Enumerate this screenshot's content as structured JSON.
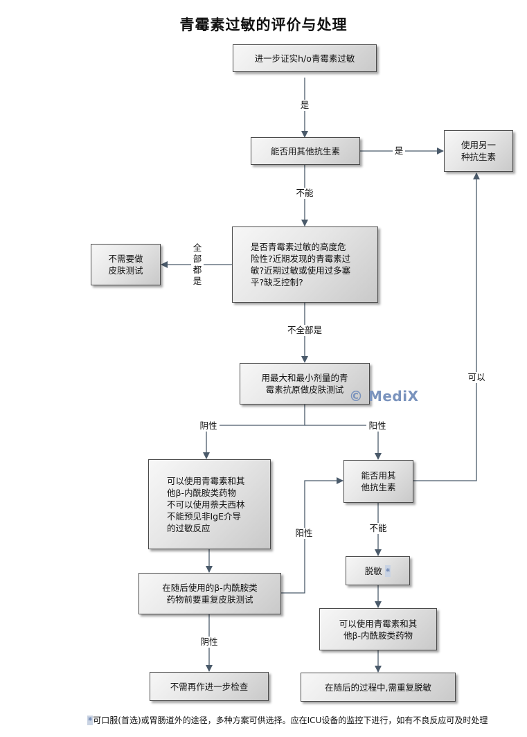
{
  "title": "青霉素过敏的评价与处理",
  "watermark": "© MediX",
  "nodes": {
    "confirm": "进一步证实h/o青霉素过敏",
    "other_abx_1": "能否用其他抗生素",
    "use_other": "使用另一\n种抗生素",
    "high_risk": "是否青霉素过敏的高度危\n险性?近期发现的青霉素过\n敏?近期过敏或使用过多塞\n平?缺乏控制?",
    "no_skin_test": "不需要做\n皮肤测试",
    "skin_test": "用最大和最小剂量的青\n霉素抗原做皮肤测试",
    "can_use": "可以使用青霉素和其\n他β-内酰胺类药物\n不可以使用萘夫西林\n不能预见非IgE介导\n的过敏反应",
    "repeat_test": "在随后使用的β-内酰胺类\n药物前要重复皮肤测试",
    "no_further": "不需再作进一步检查",
    "other_abx_2": "能否用其\n他抗生素",
    "desensitize": "脱敏",
    "desensitize_star": "*",
    "can_use_2": "可以使用青霉素和其\n他β-内酰胺类药物",
    "repeat_desens": "在随后的过程中,需重复脱敏"
  },
  "edge_labels": {
    "yes_1": "是",
    "yes_2": "是",
    "cannot_1": "不能",
    "all_yes": "全\n部\n都\n是",
    "not_all_yes": "不全部是",
    "negative_1": "阴性",
    "positive": "阳性",
    "can": "可以",
    "positive_2": "阳性",
    "cannot_2": "不能",
    "negative_2": "阴性"
  },
  "footnote": {
    "marker": "*",
    "text": "可口服(首选)或胃肠道外的途径，多种方案可供选择。应在ICU设备的监控下进行，如有不良反应可及时处理"
  },
  "colors": {
    "line": "#4a5a6a",
    "box_border": "#4a4a4a",
    "watermark": "#7a93bd"
  }
}
